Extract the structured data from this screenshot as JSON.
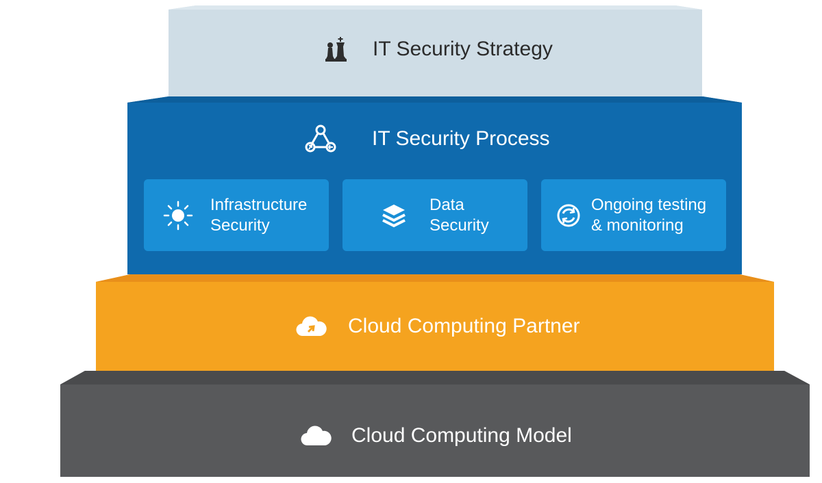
{
  "layers": {
    "strategy": {
      "title": "IT Security Strategy",
      "icon": "chess-icon"
    },
    "process": {
      "title": "IT Security Process",
      "icon": "process-cycle-icon"
    },
    "partner": {
      "title": "Cloud Computing Partner",
      "icon": "cloud-arrow-icon"
    },
    "model": {
      "title": "Cloud Computing Model",
      "icon": "cloud-icon"
    }
  },
  "cards": [
    {
      "label": "Infrastructure\nSecurity",
      "icon": "sun-icon"
    },
    {
      "label": "Data\nSecurity",
      "icon": "layers-icon"
    },
    {
      "label": "Ongoing testing\n& monitoring",
      "icon": "sync-icon"
    }
  ],
  "colors": {
    "strategy": "#cfdde6",
    "process": "#0f6aad",
    "card": "#1a8fd6",
    "partner": "#f5a31f",
    "model": "#58595b"
  }
}
